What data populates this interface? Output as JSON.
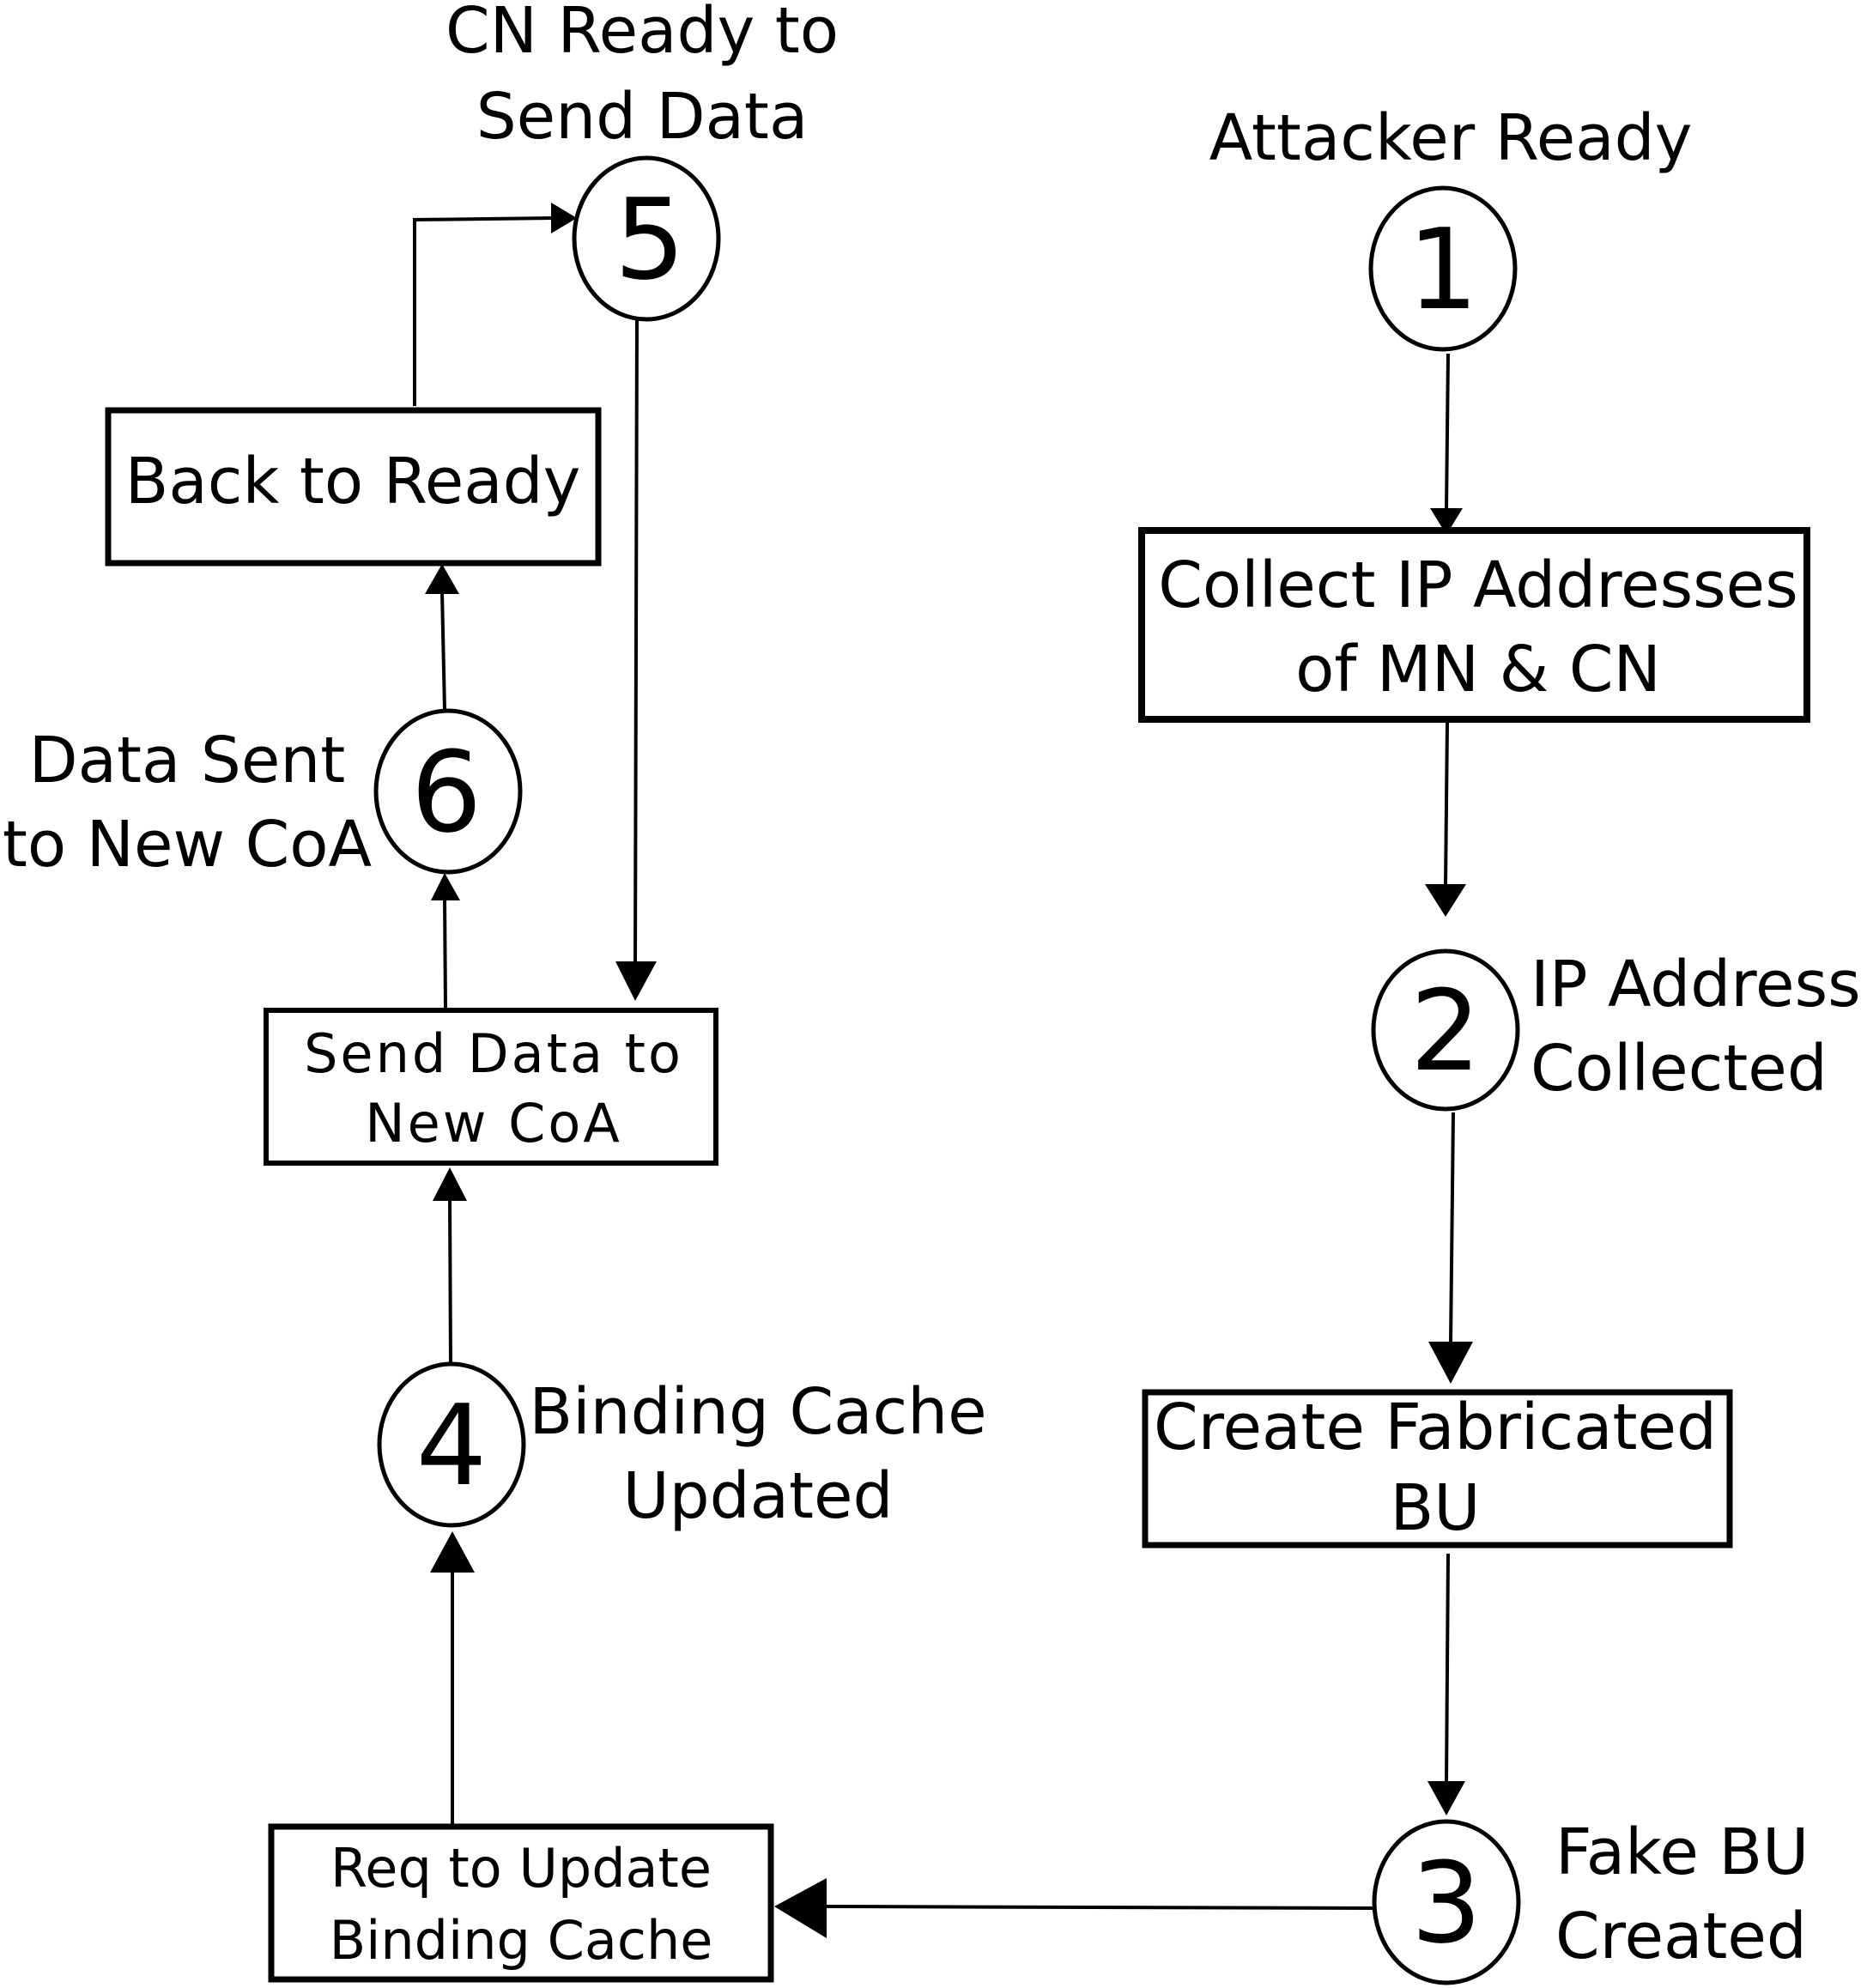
{
  "colors": {
    "stroke": "#000000",
    "background": "#ffffff"
  },
  "states": {
    "s1": {
      "number": "1",
      "label_lines": [
        "Attacker Ready"
      ]
    },
    "s2": {
      "number": "2",
      "label_lines": [
        "IP Address",
        "Collected"
      ]
    },
    "s3": {
      "number": "3",
      "label_lines": [
        "Fake BU",
        "Created"
      ]
    },
    "s4": {
      "number": "4",
      "label_lines": [
        "Binding Cache",
        "Updated"
      ]
    },
    "s5": {
      "number": "5",
      "label_lines": [
        "CN Ready to",
        "Send Data"
      ]
    },
    "s6": {
      "number": "6",
      "label_lines": [
        "Data Sent",
        "to New CoA"
      ]
    }
  },
  "actions": {
    "collect": {
      "lines": [
        "Collect IP Addresses",
        "of MN & CN"
      ]
    },
    "create": {
      "lines": [
        "Create Fabricated",
        "BU"
      ]
    },
    "req": {
      "lines": [
        "Req to Update",
        "Binding Cache"
      ]
    },
    "send": {
      "lines": [
        "Send Data to",
        "New CoA"
      ]
    },
    "back": {
      "lines": [
        "Back to Ready"
      ]
    }
  },
  "edges": [
    {
      "from": "state-1",
      "to": "collect-box"
    },
    {
      "from": "collect-box",
      "to": "state-2"
    },
    {
      "from": "state-2",
      "to": "create-box"
    },
    {
      "from": "create-box",
      "to": "state-3"
    },
    {
      "from": "state-3",
      "to": "req-box"
    },
    {
      "from": "req-box",
      "to": "state-4"
    },
    {
      "from": "state-4",
      "to": "send-box"
    },
    {
      "from": "state-5",
      "to": "send-box"
    },
    {
      "from": "send-box",
      "to": "state-6"
    },
    {
      "from": "state-6",
      "to": "back-box"
    },
    {
      "from": "back-box",
      "to": "state-5"
    }
  ]
}
